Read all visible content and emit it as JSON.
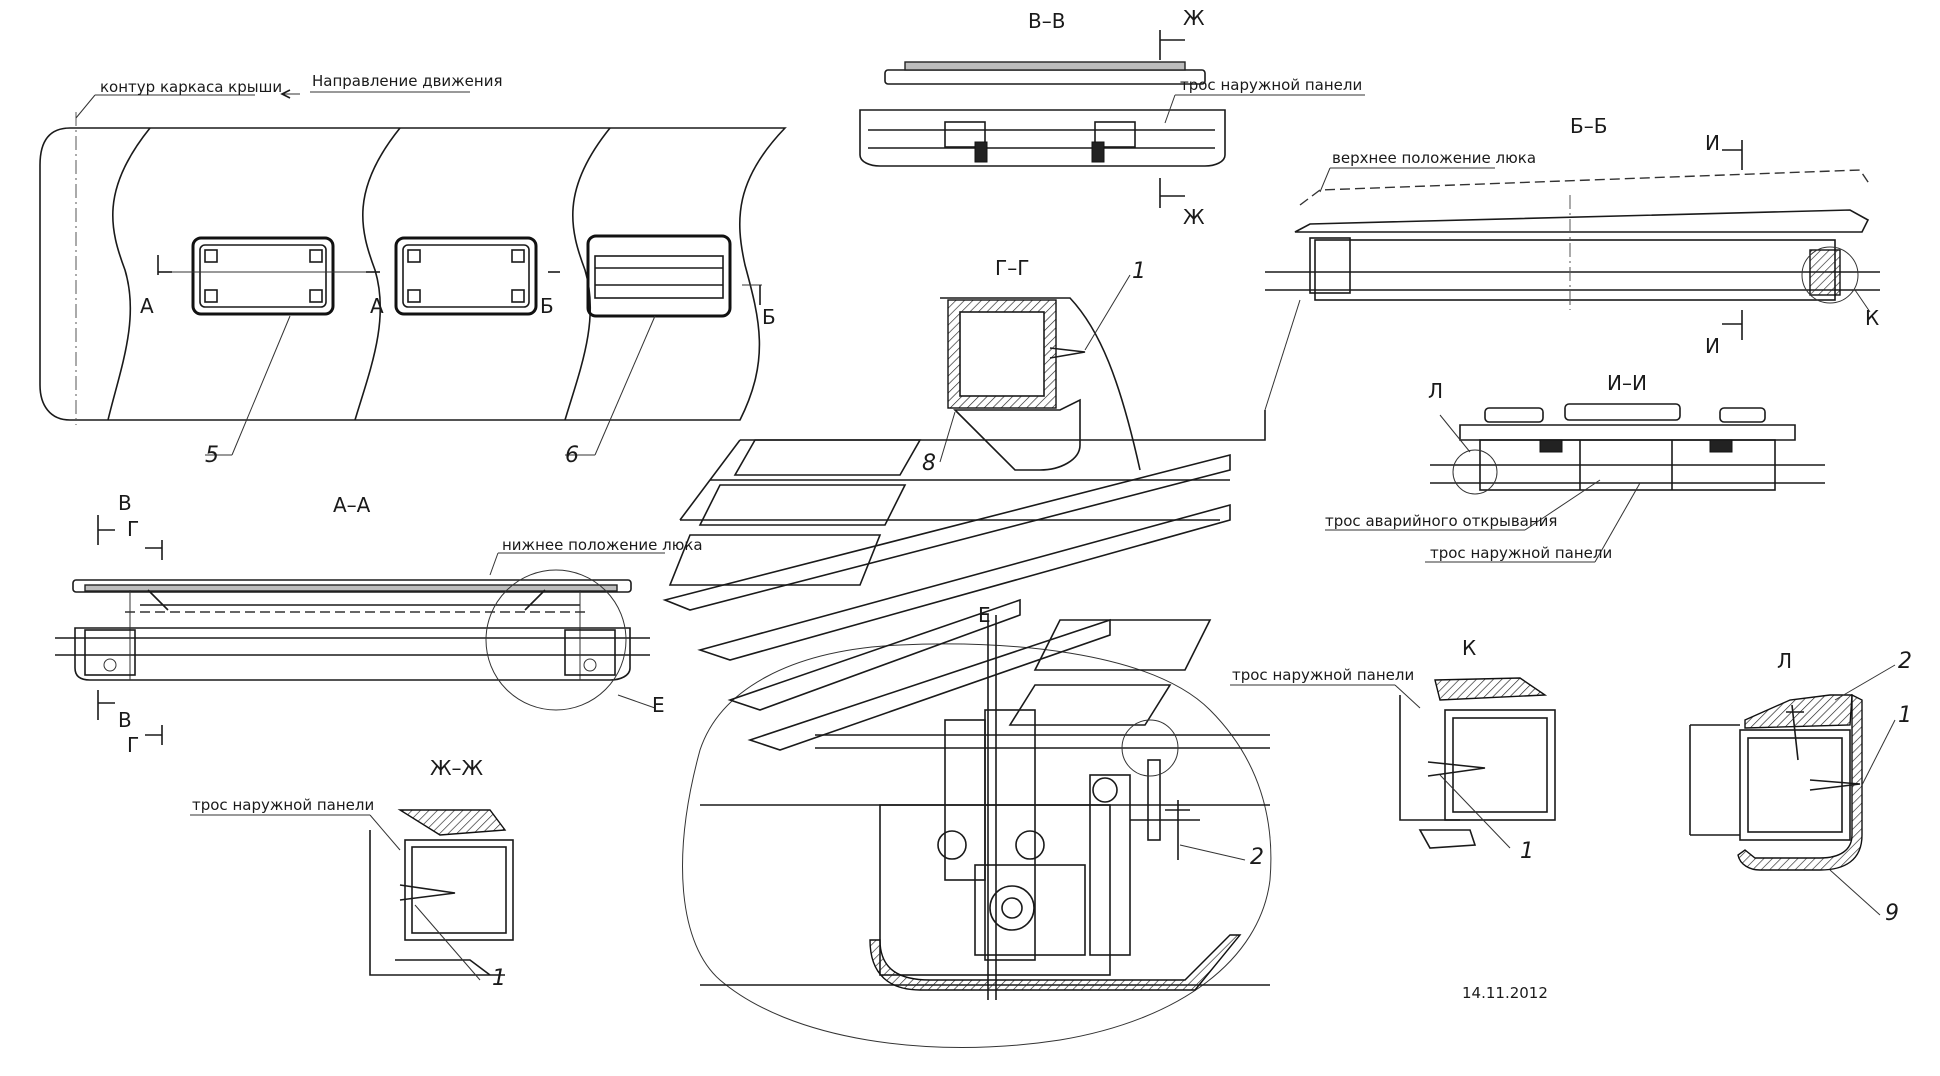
{
  "labels": {
    "roof_outline": "контур каркаса крыши",
    "direction": "Направление движения",
    "lower_position": "нижнее положение люка",
    "upper_position": "верхнее положение люка",
    "cable_outer_1": "трос наружной панели",
    "cable_outer_2": "трос наружной панели",
    "cable_outer_3": "трос наружной панели",
    "cable_outer_4": "трос наружной панели",
    "cable_emergency": "трос аварийного открывания"
  },
  "sections": {
    "aa": "А–А",
    "bb": "Б–Б",
    "vv": "В–В",
    "gg": "Г–Г",
    "zhzh": "Ж–Ж",
    "ii": "И–И",
    "e": "Е",
    "k": "К",
    "l": "Л"
  },
  "markers": {
    "a": "А",
    "b": "Б",
    "v": "В",
    "g": "Г",
    "zh": "Ж",
    "i": "И",
    "e": "Е",
    "k": "К",
    "l": "Л"
  },
  "callouts": {
    "n1": "1",
    "n2": "2",
    "n5": "5",
    "n6": "6",
    "n8": "8",
    "n9": "9"
  },
  "date": "14.11.2012"
}
